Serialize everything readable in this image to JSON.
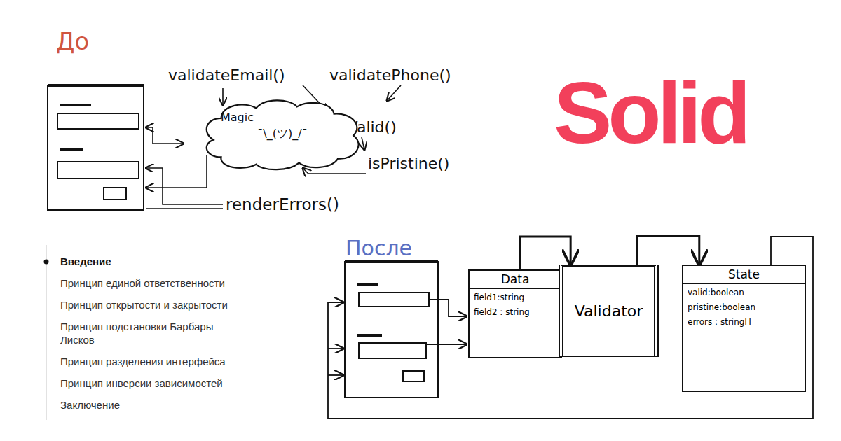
{
  "diagram": {
    "title": "Solid",
    "nodes": [
      {
        "text": [
          "Magic",
          "¯\\_(ツ)_/¯"
        ]
      },
      {
        "text": [
          "Data",
          "field1:string",
          "field2 : string"
        ]
      },
      {
        "text": [
          "Validator"
        ]
      },
      {
        "text": [
          "State",
          "valid:boolean",
          "pristine:boolean",
          "errors : string[]"
        ]
      }
    ],
    "edges": [
      {
        "from": 1,
        "to": 2,
        "arrow": "to"
      },
      {
        "from": 2,
        "to": 3,
        "arrow": "to"
      }
    ],
    "labels": [
      "До",
      "validateEmail()",
      "validatePhone()",
      "isValid()",
      "isPristine()",
      "renderErrors()",
      "Введение",
      "Принцип единой ответственности",
      "Принцип открытости и закрытости",
      "Принцип подстановки Барбары Лисков",
      "Принцип разделения интерфейса",
      "Принцип инверсии зависимостей",
      "Заключение",
      "После"
    ]
  }
}
